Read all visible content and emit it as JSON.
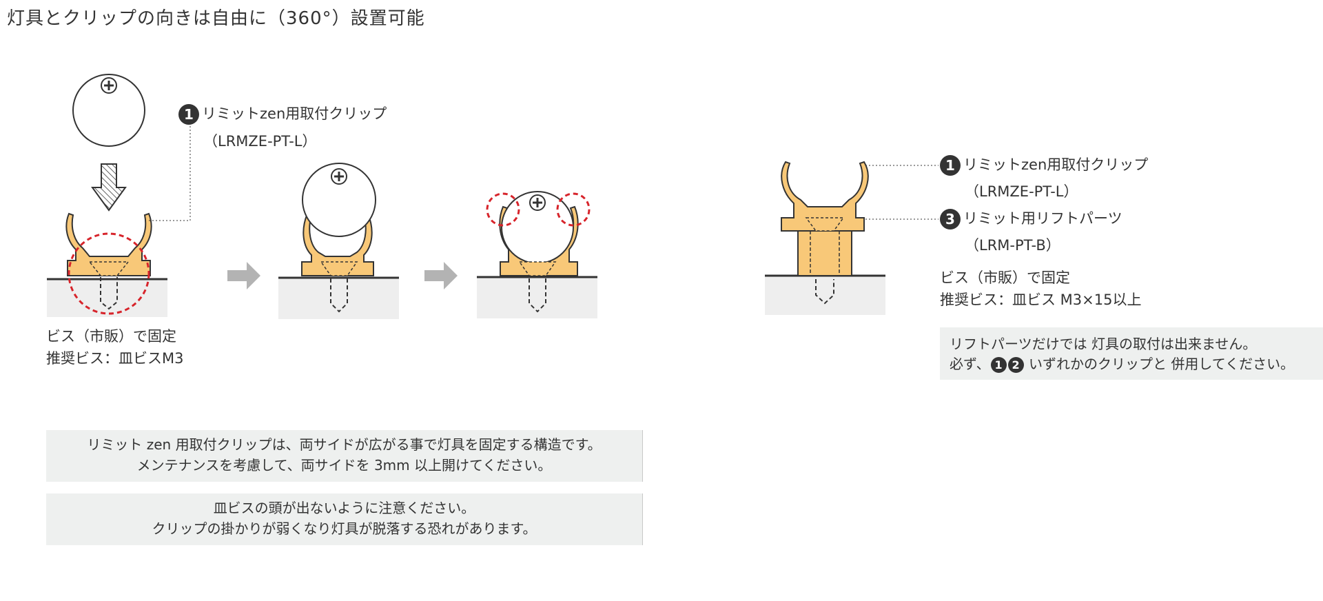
{
  "title": "灯具とクリップの向きは自由に（360°）設置可能",
  "left_diagram": {
    "callout_number": "1",
    "callout_name": "リミットzen用取付クリップ",
    "callout_code": "（LRMZE-PT-L）",
    "screw_line1": "ビス（市販）で固定",
    "screw_line2": "推奨ビス：皿ビスM3"
  },
  "right_diagram": {
    "callout1_number": "1",
    "callout1_name": "リミットzen用取付クリップ",
    "callout1_code": "（LRMZE-PT-L）",
    "callout2_number": "3",
    "callout2_name": "リミット用リフトパーツ",
    "callout2_code": "（LRM-PT-B）",
    "screw_line1": "ビス（市販）で固定",
    "screw_line2": "推奨ビス：皿ビス M3×15以上",
    "warning_line1": "リフトパーツだけでは 灯具の取付は出来ません。",
    "warning_line2_prefix": "必ず、",
    "warning_num1": "1",
    "warning_num2": "2",
    "warning_line2_suffix": " いずれかのクリップと 併用してください。"
  },
  "notes": [
    {
      "line1": "リミット zen 用取付クリップは、両サイドが広がる事で灯具を固定する構造です。",
      "line2": "メンテナンスを考慮して、両サイドを 3mm 以上開けてください。"
    },
    {
      "line1": "皿ビスの頭が出ないように注意ください。",
      "line2": "クリップの掛かりが弱くなり灯具が脱落する恐れがあります。"
    }
  ],
  "colors": {
    "clip_fill": "#f8c878",
    "clip_stroke": "#333333",
    "surface_fill": "#eeeeee",
    "arrow_gray": "#b3b3b3",
    "highlight_red": "#d7242b",
    "note_bg": "#eef0ef"
  }
}
